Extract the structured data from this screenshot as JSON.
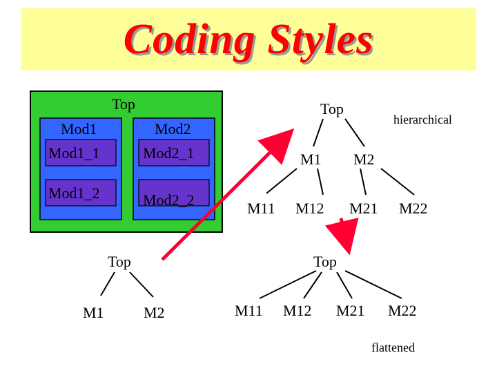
{
  "title": "Coding Styles",
  "colors": {
    "title": "#ff0000",
    "band": "#ffff99",
    "top_box": "#33cc33",
    "mod_box": "#3366ff",
    "sub_box": "#6633cc",
    "arrow": "#ff0033"
  },
  "block": {
    "top": "Top",
    "mod1": "Mod1",
    "mod2": "Mod2",
    "mod1_1": "Mod1_1",
    "mod1_2": "Mod1_2",
    "mod2_1": "Mod2_1",
    "mod2_2": "Mod2_2"
  },
  "hier": {
    "top": "Top",
    "label": "hierarchical",
    "m1": "M1",
    "m2": "M2",
    "m11": "M11",
    "m12": "M12",
    "m21": "M21",
    "m22": "M22"
  },
  "small": {
    "top": "Top",
    "m1": "M1",
    "m2": "M2"
  },
  "flat": {
    "top": "Top",
    "label": "flattened",
    "m11": "M11",
    "m12": "M12",
    "m21": "M21",
    "m22": "M22"
  }
}
